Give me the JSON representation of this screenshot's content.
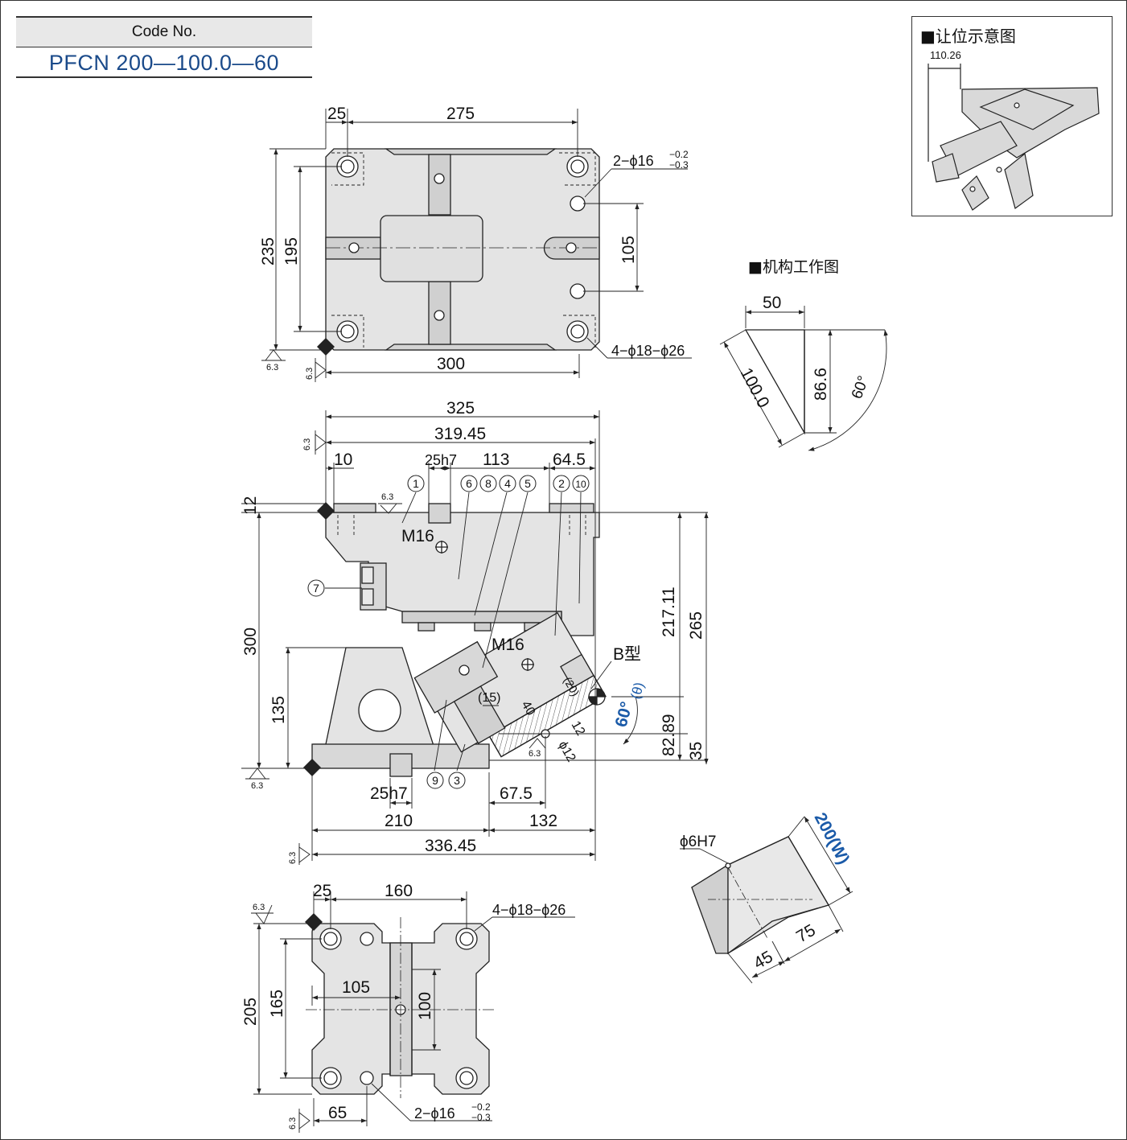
{
  "code_block": {
    "header": "Code No.",
    "value": "PFCN 200—100.0—60"
  },
  "inset": {
    "title": "■让位示意图",
    "dim": "110.26"
  },
  "mechanism": {
    "title": "■机构工作图",
    "dim_50": "50",
    "dim_100": "100.0",
    "dim_86": "86.6",
    "angle": "60°"
  },
  "top_view": {
    "d25": "25",
    "d275": "275",
    "d235": "235",
    "d195": "195",
    "d105": "105",
    "d300": "300",
    "hole_note": "2−ϕ16",
    "tol_up": "−0.2",
    "tol_dn": "−0.3",
    "hole_note2": "4−ϕ18−ϕ26",
    "rough": "6.3"
  },
  "front_view": {
    "d325": "325",
    "d319": "319.45",
    "d10": "10",
    "d25h7": "25h7",
    "d113": "113",
    "d64": "64.5",
    "d12": "12",
    "d300": "300",
    "d135": "135",
    "d217": "217.11",
    "d265": "265",
    "d82": "82.89",
    "d35": "35",
    "m16": "M16",
    "m16b": "M16",
    "btype": "B型",
    "ang60": "60°",
    "theta": "(θ)",
    "d15": "(15)",
    "d20": "(20)",
    "d40": "40",
    "d12b": "12",
    "phi12": "ϕ12",
    "d25h7b": "25h7",
    "d67": "67.5",
    "d210": "210",
    "d132": "132",
    "d336": "336.45",
    "rough": "6.3",
    "c1": "1",
    "c6": "6",
    "c8": "8",
    "c4": "4",
    "c5": "5",
    "c2": "2",
    "c10": "10",
    "c7": "7",
    "c9": "9",
    "c3": "3"
  },
  "iso_view": {
    "phi6": "ϕ6H7",
    "w": "200(W)",
    "d45": "45",
    "d75": "75"
  },
  "bottom_view": {
    "d25": "25",
    "d160": "160",
    "d205": "205",
    "d165": "165",
    "d105": "105",
    "d100": "100",
    "d65": "65",
    "note1": "4−ϕ18−ϕ26",
    "note2": "2−ϕ16",
    "tol_up": "−0.2",
    "tol_dn": "−0.3",
    "rough": "6.3"
  }
}
